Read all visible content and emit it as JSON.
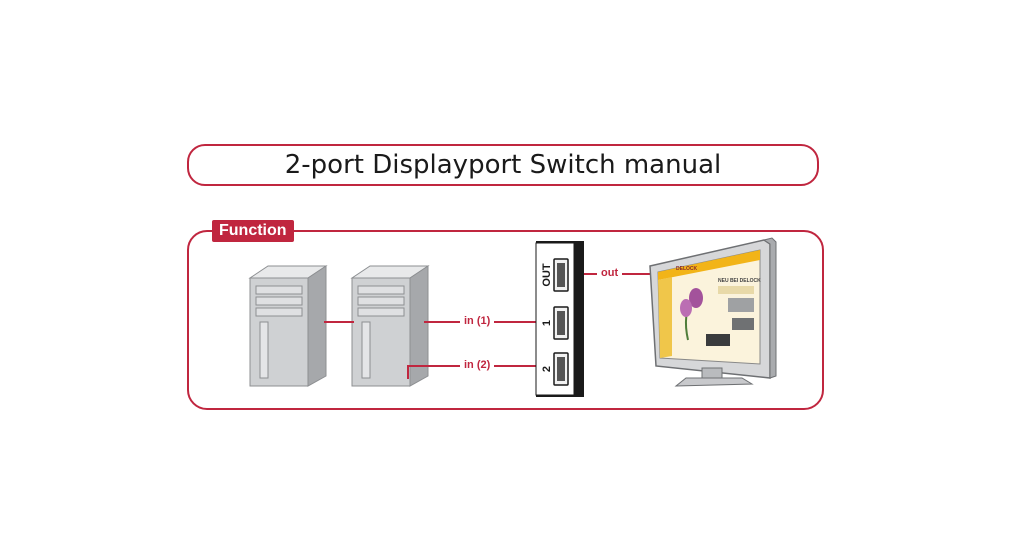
{
  "title": "2-port Displayport Switch manual",
  "section_label": "Function",
  "switch_ports": [
    {
      "label": "OUT"
    },
    {
      "label": "1"
    },
    {
      "label": "2"
    }
  ],
  "connections": {
    "out": "out",
    "in1": "in (1)",
    "in2": "in (2)"
  },
  "monitor_screen": {
    "brand": "DELOCK",
    "headline": "NEU BEI DELOCK"
  },
  "colors": {
    "accent": "#c0263f",
    "tower": "#cfd1d3",
    "switch_body": "#1a1a1a"
  }
}
